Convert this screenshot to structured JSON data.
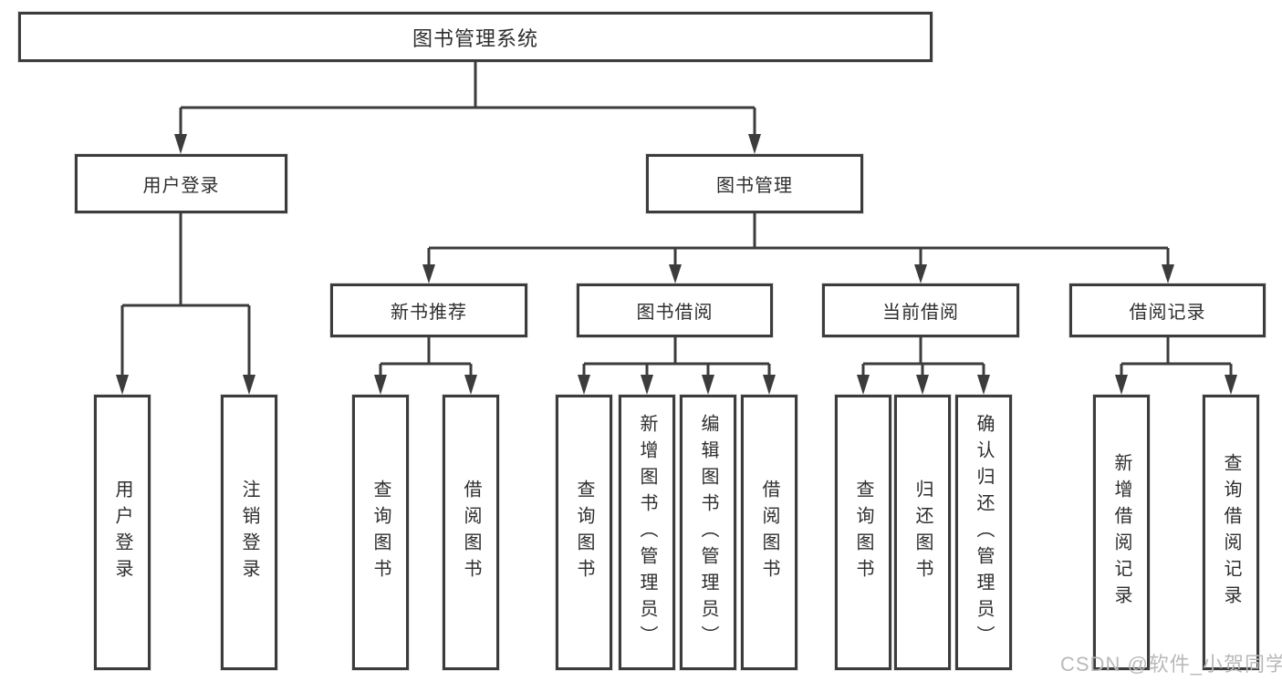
{
  "watermark": "CSDN @软件_小贺同学",
  "colors": {
    "line": "#3c3c3c",
    "border": "#3c3c3c",
    "text": "#2e2e2e",
    "watermark": "#b9b9b9",
    "background": "#ffffff"
  },
  "tree": {
    "label": "图书管理系统",
    "children": [
      {
        "label": "用户登录",
        "children": [
          {
            "label": "用户登录"
          },
          {
            "label": "注销登录"
          }
        ]
      },
      {
        "label": "图书管理",
        "children": [
          {
            "label": "新书推荐",
            "children": [
              {
                "label": "查询图书"
              },
              {
                "label": "借阅图书"
              }
            ]
          },
          {
            "label": "图书借阅",
            "children": [
              {
                "label": "查询图书"
              },
              {
                "label": "新增图书（管理员）"
              },
              {
                "label": "编辑图书（管理员）"
              },
              {
                "label": "借阅图书"
              }
            ]
          },
          {
            "label": "当前借阅",
            "children": [
              {
                "label": "查询图书"
              },
              {
                "label": "归还图书"
              },
              {
                "label": "确认归还（管理员）"
              }
            ]
          },
          {
            "label": "借阅记录",
            "children": [
              {
                "label": "新增借阅记录"
              },
              {
                "label": "查询借阅记录"
              }
            ]
          }
        ]
      }
    ]
  }
}
